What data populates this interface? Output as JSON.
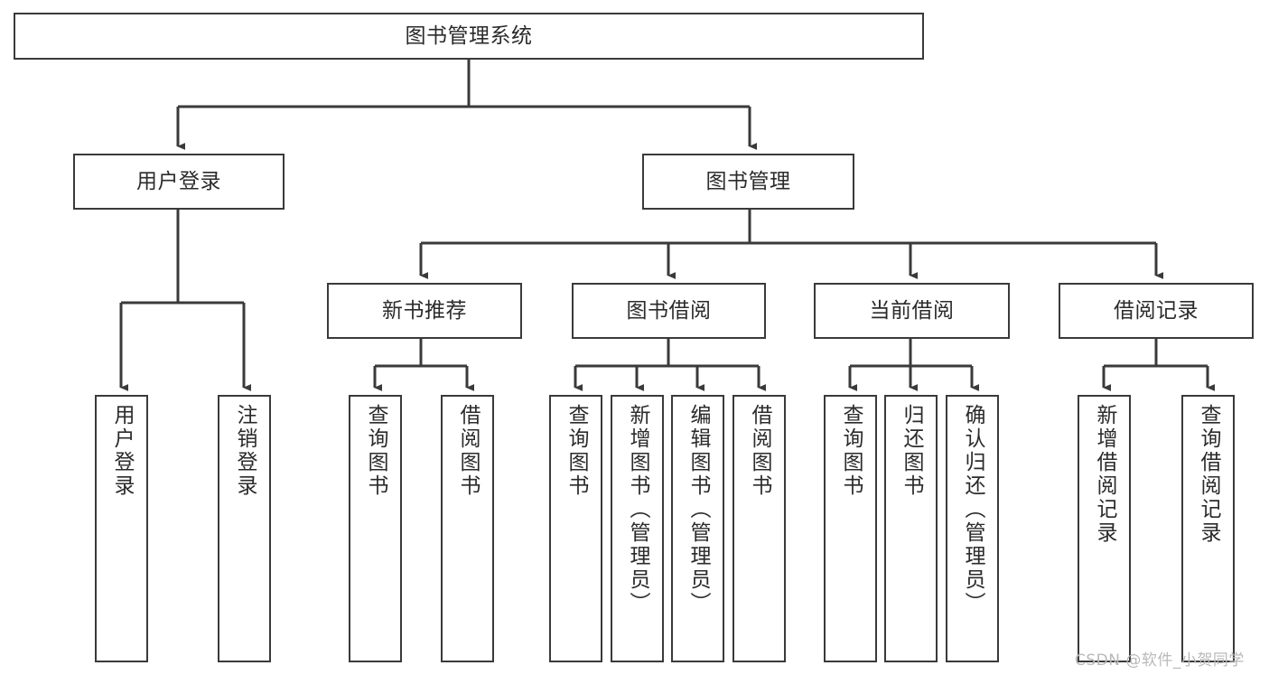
{
  "diagram": {
    "title": "图书管理系统",
    "type": "tree-hierarchy-diagram",
    "root": {
      "label": "图书管理系统"
    },
    "level2": [
      {
        "label": "用户登录"
      },
      {
        "label": "图书管理"
      }
    ],
    "level3": [
      {
        "label": "新书推荐"
      },
      {
        "label": "图书借阅"
      },
      {
        "label": "当前借阅"
      },
      {
        "label": "借阅记录"
      }
    ],
    "leaves": [
      {
        "label": "用户登录"
      },
      {
        "label": "注销登录"
      },
      {
        "label": "查询图书"
      },
      {
        "label": "借阅图书"
      },
      {
        "label": "查询图书"
      },
      {
        "label": "新增图书（管理员）"
      },
      {
        "label": "编辑图书（管理员）"
      },
      {
        "label": "借阅图书"
      },
      {
        "label": "查询图书"
      },
      {
        "label": "归还图书"
      },
      {
        "label": "确认归还（管理员）"
      },
      {
        "label": "新增借阅记录"
      },
      {
        "label": "查询借阅记录"
      }
    ],
    "watermark": "CSDN @软件_小贺同学",
    "colors": {
      "stroke": "#3a3a3a",
      "fill": "#ffffff",
      "text": "#2b2b2b",
      "watermark": "#b9b9b9"
    }
  }
}
